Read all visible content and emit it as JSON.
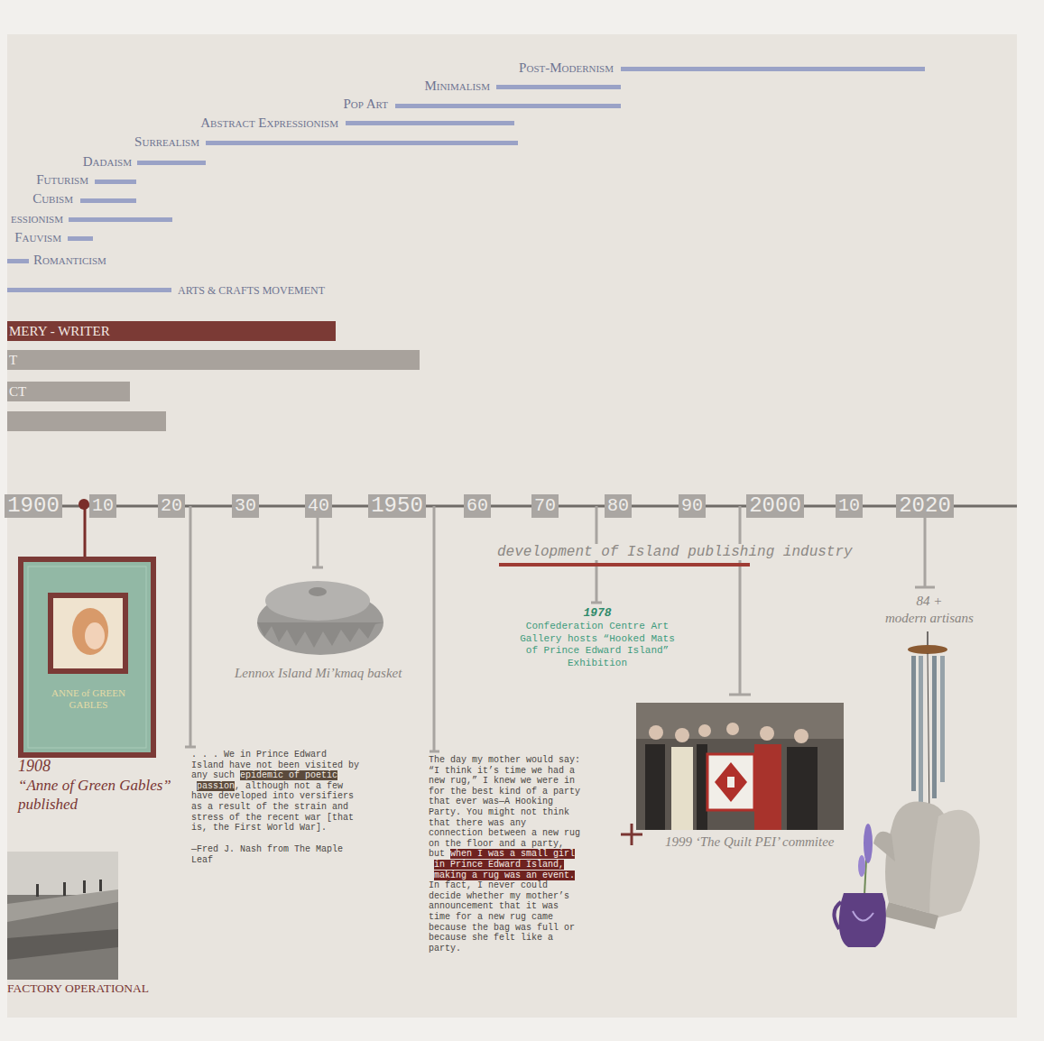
{
  "diagram": {
    "nodes": [
      {
        "text": [
          "MERY - WRITER"
        ]
      },
      {
        "text": [
          "T"
        ]
      },
      {
        "text": [
          "CT"
        ]
      },
      {
        "text": [
          "1900"
        ]
      },
      {
        "text": [
          "10"
        ]
      },
      {
        "text": [
          "20"
        ]
      },
      {
        "text": [
          "30"
        ]
      },
      {
        "text": [
          "40"
        ]
      },
      {
        "text": [
          "1950"
        ]
      },
      {
        "text": [
          "60"
        ]
      },
      {
        "text": [
          "70"
        ]
      },
      {
        "text": [
          "80"
        ]
      },
      {
        "text": [
          "90"
        ]
      },
      {
        "text": [
          "2000"
        ]
      },
      {
        "text": [
          "10"
        ]
      },
      {
        "text": [
          "2020"
        ]
      }
    ],
    "labels": [
      "Post-Modernism",
      "Minimalism",
      "Pop Art",
      "Abstract Expressionism",
      "Surrealism",
      "Dadaism",
      "Futurism",
      "Cubism",
      "essionism",
      "Fauvism",
      "Romanticism",
      "ARTS & CRAFTS MOVEMENT",
      "ANNE of GREEN GABLES",
      "1908",
      "“Anne of Green Gables” published",
      "FACTORY OPERATIONAL",
      ". . . We in Prince Edward Island have not been visited by any such",
      "epidemic of poetic passion",
      ", although not a few have developed into versifiers as a result of the strain and stress of the recent war [that is, the First World War].",
      "—Fred J. Nash from The Maple Leaf",
      "Lennox Island Mi’kmaq basket",
      "The day my mother would say: “I think it’s time we had a new rug,” I knew we were in for the best kind of a party that ever was—A Hooking Party. You might not think that there was any connection between a new rug on the floor and a party, but",
      "when I was a small girl in Prince Edward Island, making a rug was an event.",
      "In fact, I never could decide whether my mother’s announcement that it was time for a new rug came because the bag was full or because she felt like a party.",
      "development of Island publishing industry",
      "1978",
      "Confederation Centre Art Gallery hosts “Hooked Mats of Prince Edward Island” Exhibition",
      "1999 ‘The Quilt PEI’ commitee",
      "84 +",
      "modern artisans"
    ]
  }
}
